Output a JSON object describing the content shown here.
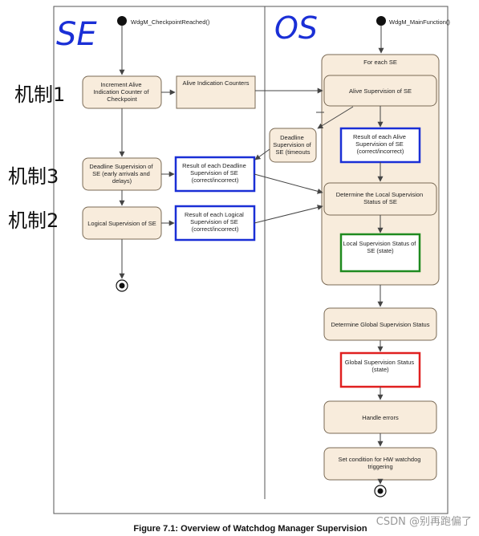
{
  "annotations": {
    "lane_left": "SE",
    "lane_right": "OS",
    "mechanism_1": "机制1",
    "mechanism_3": "机制3",
    "mechanism_2": "机制2"
  },
  "start_labels": {
    "left": "WdgM_CheckpointReached()",
    "right": "WdgM_MainFunction()"
  },
  "left_lane": {
    "increment_alive": [
      "Increment Alive",
      "Indication Counter of",
      "Checkpoint"
    ],
    "alive_counters": [
      "Alive Indication Counters"
    ],
    "deadline_supervision": [
      "Deadline Supervision of",
      "SE (early arrivals and",
      "delays)"
    ],
    "result_deadline": [
      "Result of each Deadline",
      "Supervision of SE",
      "(correct/incorrect)"
    ],
    "logical_supervision": [
      "Logical Supervision of SE"
    ],
    "result_logical": [
      "Result of each Logical",
      "Supervision of SE",
      "(correct/incorrect)"
    ],
    "deadline_timeouts": [
      "Deadline",
      "Supervision of",
      "SE (timeouts"
    ]
  },
  "right_lane": {
    "foreach_title": "For each SE",
    "alive_supervision": [
      "Alive Supervision of SE"
    ],
    "result_alive": [
      "Result of each Alive",
      "Supervision of SE",
      "(correct/incorrect)"
    ],
    "determine_local": [
      "Determine the Local Supervision",
      "Status of SE"
    ],
    "local_status": [
      "Local Supervision Status of",
      "SE (state)"
    ],
    "determine_global": [
      "Determine Global Supervision Status"
    ],
    "global_status": [
      "Global Supervision Status",
      "(state)"
    ],
    "handle_errors": [
      "Handle errors"
    ],
    "set_condition": [
      "Set condition for HW watchdog",
      "triggering"
    ]
  },
  "caption": "Figure 7.1: Overview of Watchdog Manager Supervision",
  "watermark": "CSDN @别再跑偏了",
  "colors": {
    "box_fill": "#f8ecdc",
    "box_stroke": "#7a6a55",
    "blue": "#1a2fd6",
    "green": "#1f8a1f",
    "red": "#e02020"
  }
}
